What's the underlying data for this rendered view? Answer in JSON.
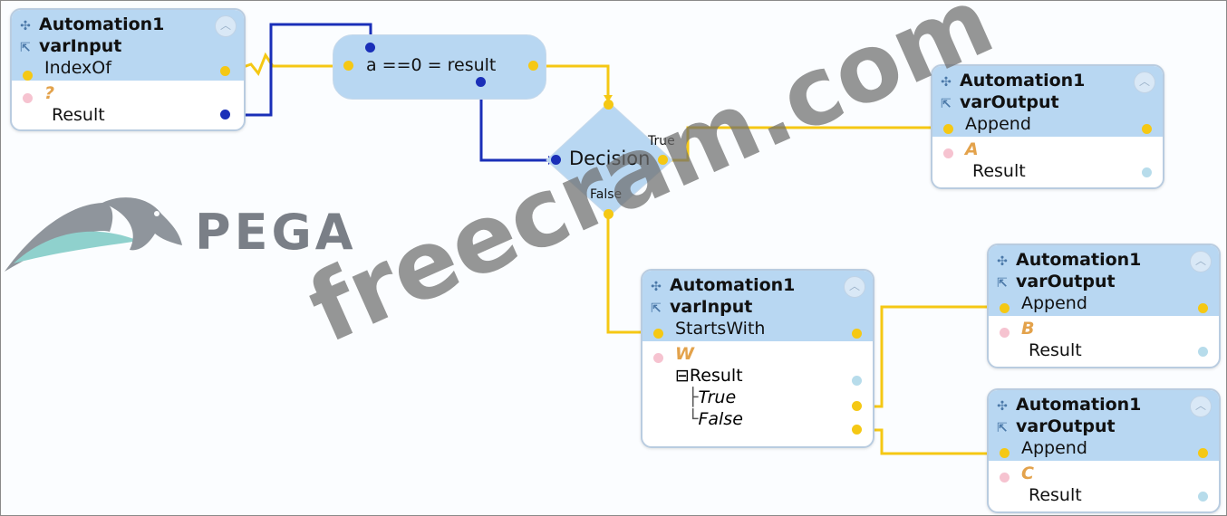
{
  "colors": {
    "header": "#b8d7f2",
    "link_yellow": "#f5c814",
    "link_blue": "#1a2fb8",
    "border": "#b9cce0"
  },
  "nodes": {
    "input_indexof": {
      "title": "Automation1",
      "object": "varInput",
      "method": "IndexOf",
      "param": "?",
      "result": "Result"
    },
    "expression": {
      "text": "a ==0 = result"
    },
    "decision": {
      "label": "Decision",
      "true_label": "True",
      "false_label": "False"
    },
    "output_a": {
      "title": "Automation1",
      "object": "varOutput",
      "method": "Append",
      "param": "A",
      "result": "Result"
    },
    "input_startswith": {
      "title": "Automation1",
      "object": "varInput",
      "method": "StartsWith",
      "param": "W",
      "result": "Result",
      "true_label": "True",
      "false_label": "False",
      "expand_symbol": "⊟"
    },
    "output_b": {
      "title": "Automation1",
      "object": "varOutput",
      "method": "Append",
      "param": "B",
      "result": "Result"
    },
    "output_c": {
      "title": "Automation1",
      "object": "varOutput",
      "method": "Append",
      "param": "C",
      "result": "Result"
    }
  },
  "branding": {
    "logo_text": "PEGA",
    "watermark": "freecram.com"
  },
  "icons": {
    "automation": "automation-icon",
    "variable": "variable-icon",
    "collapse": "chevron-up-icon"
  }
}
